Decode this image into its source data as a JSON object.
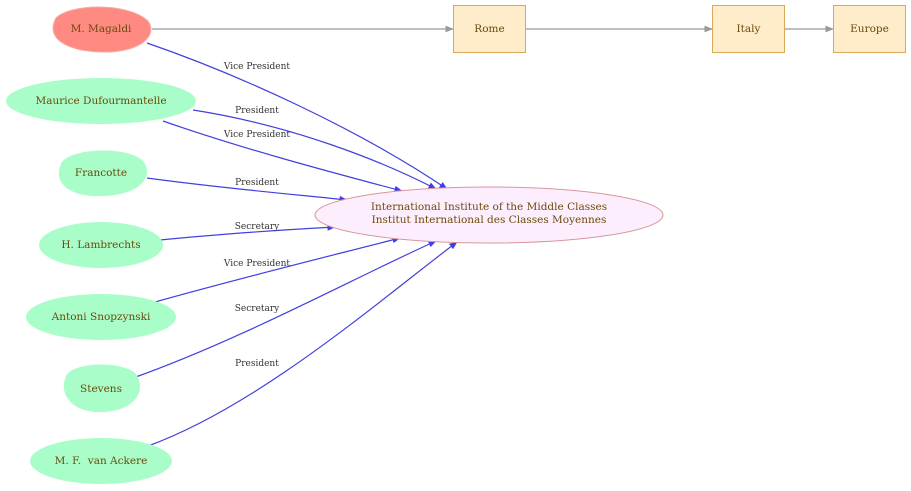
{
  "colors": {
    "person_highlight_fill": "#fe8a82",
    "person_fill": "#a9fdc8",
    "place_fill": "#feeccb",
    "place_stroke": "#d9a85b",
    "org_fill": "#fdeefe",
    "org_stroke": "#d9969c",
    "membership_edge": "#4040e0",
    "location_edge": "#999999",
    "label_text": "#6b4a0b"
  },
  "nodes": {
    "magaldi": "M. Magaldi",
    "dufourmantelle": "Maurice Dufourmantelle",
    "francotte": "Francotte",
    "lambrechts": "H. Lambrechts",
    "snopzynski": "Antoni Snopzynski",
    "stevens": "Stevens",
    "vanackere": "M. F.  van Ackere",
    "rome": "Rome",
    "italy": "Italy",
    "europe": "Europe",
    "org_line1": "International Institute of the Middle Classes",
    "org_line2": "Institut International des Classes Moyennes"
  },
  "edges": {
    "magaldi_role": "Vice President",
    "dufourmantelle_role1": "President",
    "dufourmantelle_role2": "Vice President",
    "francotte_role": "President",
    "lambrechts_role": "Secretary",
    "snopzynski_role": "Vice President",
    "stevens_role": "Secretary",
    "vanackere_role": "President"
  }
}
